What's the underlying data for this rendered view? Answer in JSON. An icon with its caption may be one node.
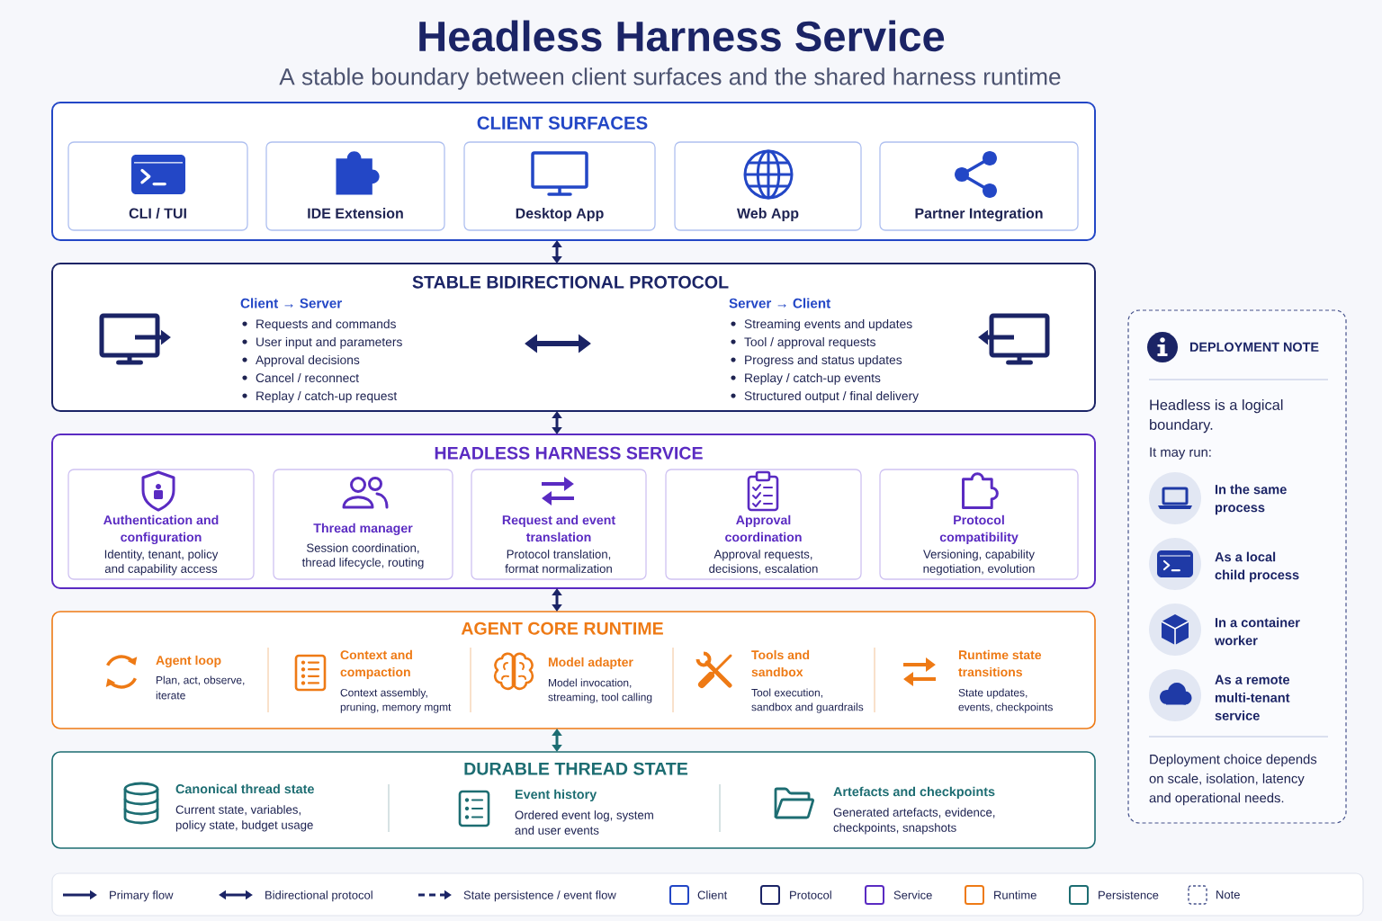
{
  "diagram": {
    "title": "Headless Harness Service",
    "nodes": [
      {
        "text": [
          "CLIENT SURFACES"
        ]
      },
      {
        "text": [
          "CLI / TUI"
        ],
        "in": 0
      },
      {
        "text": [
          "IDE Extension"
        ],
        "in": 0
      },
      {
        "text": [
          "Desktop App"
        ],
        "in": 0
      },
      {
        "text": [
          "Web App"
        ],
        "in": 0
      },
      {
        "text": [
          "Partner Integration"
        ],
        "in": 0
      },
      {
        "text": [
          "STABLE BIDIRECTIONAL PROTOCOL",
          "Client → Server",
          "Requests and commands",
          "User input and parameters",
          "Approval decisions",
          "Cancel / reconnect",
          "Replay / catch-up request",
          "Server → Client",
          "Streaming events and updates",
          "Tool / approval requests",
          "Progress and status updates",
          "Replay / catch-up events",
          "Structured output / final delivery"
        ]
      },
      {
        "text": [
          "HEADLESS HARNESS SERVICE"
        ]
      },
      {
        "text": [
          "Authentication and configuration",
          "Identity, tenant, policy and capability access"
        ],
        "in": 7
      },
      {
        "text": [
          "Thread manager",
          "Session coordination, thread lifecycle, routing"
        ],
        "in": 7
      },
      {
        "text": [
          "Request and event translation",
          "Protocol translation, format normalization"
        ],
        "in": 7
      },
      {
        "text": [
          "Approval coordination",
          "Approval requests, decisions, escalation"
        ],
        "in": 7
      },
      {
        "text": [
          "Protocol compatibility",
          "Versioning, capability negotiation, evolution"
        ],
        "in": 7
      },
      {
        "text": [
          "AGENT CORE RUNTIME",
          "Agent loop",
          "Plan, act, observe, iterate",
          "Context and compaction",
          "Context assembly, pruning, memory mgmt",
          "Model adapter",
          "Model invocation, streaming, tool calling",
          "Tools and sandbox",
          "Tool execution, sandbox and guardrails",
          "Runtime state transitions",
          "State updates, events, checkpoints"
        ]
      },
      {
        "text": [
          "DURABLE THREAD STATE",
          "Canonical thread state",
          "Current state, variables, policy state, budget usage",
          "Event history",
          "Ordered event log, system and user events",
          "Artefacts and checkpoints",
          "Generated artefacts, evidence, checkpoints, snapshots"
        ]
      },
      {
        "text": [
          "DEPLOYMENT NOTE",
          "Headless is a logical boundary.",
          "It may run:",
          "In the same process",
          "As a local child process",
          "In a container worker",
          "As a remote multi-tenant service",
          "Deployment choice depends on scale, isolation, latency and operational needs."
        ]
      }
    ],
    "edges": [
      {
        "from": 0,
        "to": 6,
        "arrow": "both"
      },
      {
        "from": 6,
        "to": 7,
        "arrow": "both"
      },
      {
        "from": 7,
        "to": 13,
        "arrow": "both"
      },
      {
        "from": 13,
        "to": 14,
        "arrow": "both",
        "color": "#1d6d72"
      }
    ],
    "labels": [
      "A stable boundary between client surfaces and the shared harness runtime"
    ],
    "legend": [
      {
        "text": "Primary flow"
      },
      {
        "text": "Bidirectional protocol"
      },
      {
        "text": "State persistence / event flow"
      },
      {
        "text": "Client",
        "color": "#2347c6"
      },
      {
        "text": "Protocol",
        "color": "#1b2466"
      },
      {
        "text": "Service",
        "color": "#5a2bc2"
      },
      {
        "text": "Runtime",
        "color": "#ee7a15"
      },
      {
        "text": "Persistence",
        "color": "#1d6d72"
      },
      {
        "text": "Note"
      }
    ]
  }
}
